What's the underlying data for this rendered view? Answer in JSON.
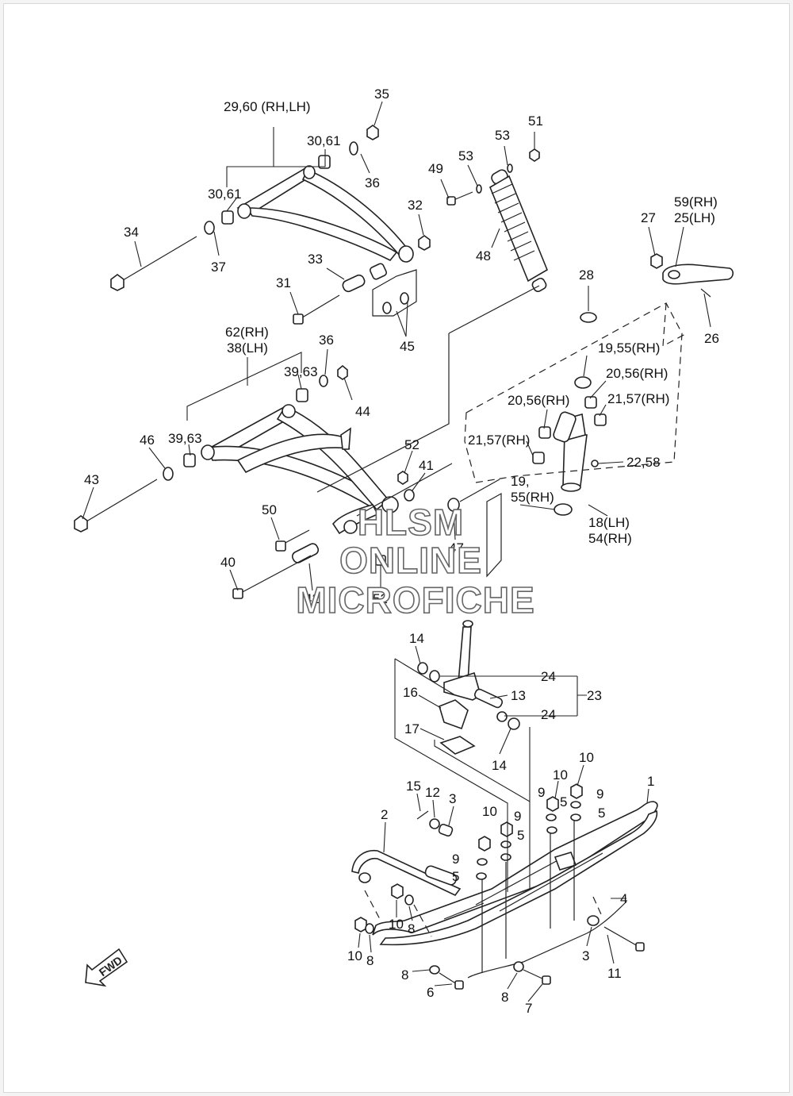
{
  "diagram": {
    "callouts": {
      "c35": "35",
      "c2960": "29,60 (RH,LH)",
      "c3061a": "30,61",
      "c36a": "36",
      "c3061b": "30,61",
      "c34": "34",
      "c37": "37",
      "c33": "33",
      "c31": "31",
      "c32": "32",
      "c45": "45",
      "c49": "49",
      "c53a": "53",
      "c53b": "53",
      "c51": "51",
      "c48": "48",
      "c59": "59(RH)",
      "c25": "25(LH)",
      "c27": "27",
      "c26": "26",
      "c28": "28",
      "c62": "62(RH)",
      "c38": "38(LH)",
      "c36b": "36",
      "c3963a": "39,63",
      "c44": "44",
      "c46": "46",
      "c3963b": "39,63",
      "c43": "43",
      "c52a": "52",
      "c41": "41",
      "c50": "50",
      "c47": "47",
      "c40": "40",
      "c42": "42",
      "c52b": "52",
      "c1955a": "19,55(RH)",
      "c2056a": "20,56(RH)",
      "c2056b": "20,56(RH)",
      "c2157a": "21,57(RH)",
      "c2157b": "21,57(RH)",
      "c2258": "22,58",
      "c19": "19,",
      "c55": "55(RH)",
      "c18": "18(LH)",
      "c54": "54(RH)",
      "c14a": "14",
      "c24a": "24",
      "c23": "23",
      "c16": "16",
      "c13": "13",
      "c24b": "24",
      "c17": "17",
      "c14b": "14",
      "c10a": "10",
      "c10b": "10",
      "c9a": "9",
      "c9b": "9",
      "c5a": "5",
      "c5b": "5",
      "c1": "1",
      "c15": "15",
      "c12": "12",
      "c3a": "3",
      "c10c": "10",
      "c9c": "9",
      "c5c": "5",
      "c2": "2",
      "c9d": "9",
      "c5d": "5",
      "c4": "4",
      "c10d": "10",
      "c8a": "8",
      "c10e": "10",
      "c8b": "8",
      "c3b": "3",
      "c11": "11",
      "c8c": "8",
      "c6": "6",
      "c8d": "8",
      "c7": "7"
    },
    "watermark": [
      "HLSM",
      "ONLINE",
      "MICROFICHE"
    ],
    "direction_label": "FWD"
  }
}
